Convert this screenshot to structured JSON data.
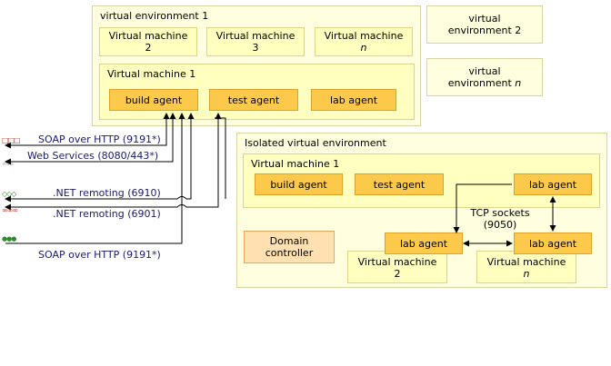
{
  "env1": {
    "title": "virtual environment 1",
    "vm2": {
      "line1": "Virtual machine",
      "line2": "2"
    },
    "vm3": {
      "line1": "Virtual machine",
      "line2": "3"
    },
    "vmn": {
      "line1": "Virtual machine",
      "line2": "n"
    },
    "vm1": {
      "title": "Virtual machine 1",
      "build": "build agent",
      "test": "test agent",
      "lab": "lab agent"
    }
  },
  "env2": {
    "line1": "virtual",
    "line2": "environment 2"
  },
  "envn": {
    "line1": "virtual",
    "line2": "environment n"
  },
  "isolated": {
    "title": "Isolated virtual environment",
    "vm1": {
      "title": "Virtual machine 1",
      "build": "build agent",
      "test": "test agent",
      "lab": "lab agent"
    },
    "dc": {
      "line1": "Domain",
      "line2": "controller"
    },
    "vm2": {
      "lab": "lab agent",
      "line1": "Virtual machine",
      "line2": "2"
    },
    "vmn": {
      "lab": "lab agent",
      "line1": "Virtual machine",
      "line2": "n"
    },
    "tcp": {
      "line1": "TCP sockets",
      "line2": "(9050)"
    }
  },
  "connections": [
    {
      "label": "SOAP over HTTP (9191*)",
      "marker": "□□□"
    },
    {
      "label": "Web Services (8080/443*)",
      "marker": "◦◦◦"
    },
    {
      "label": ".NET remoting (6910)",
      "marker": "◇◇◇"
    },
    {
      "label": ".NET remoting (6901)",
      "marker": "∞∞∞"
    },
    {
      "label": "SOAP over HTTP (9191*)",
      "marker": "●●●"
    }
  ],
  "colors": {
    "env_fill": "#ffffe0",
    "vm_fill": "#ffffc0",
    "agent_fill": "#fcc94a",
    "dc_fill": "#ffe0b0",
    "label_text": "#1a1a6e",
    "marker_red": "#c0392b",
    "marker_blue": "#2a5db0",
    "marker_green": "#2e8b2e"
  }
}
